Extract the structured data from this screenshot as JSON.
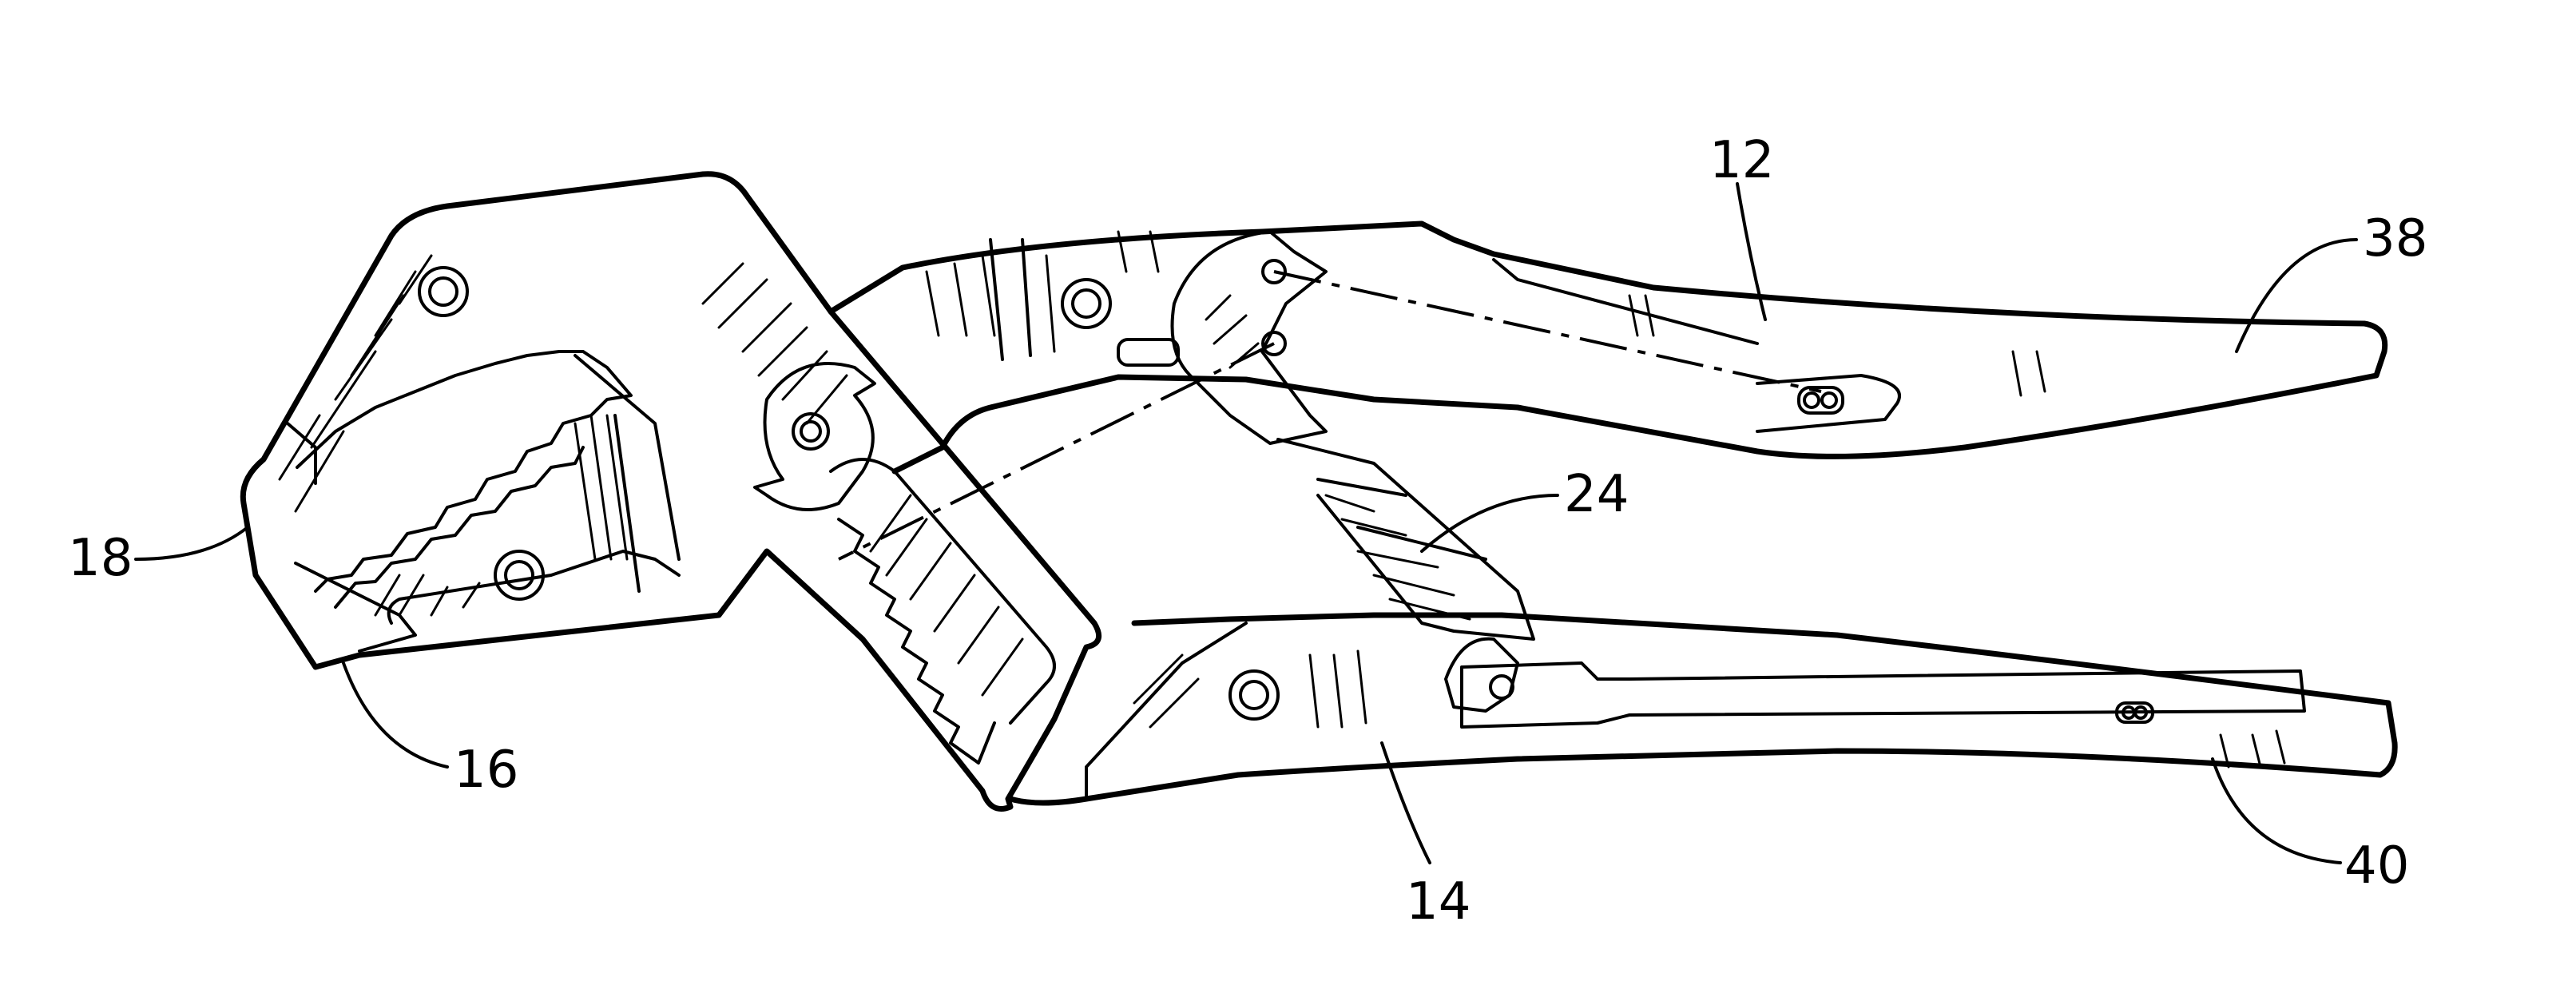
{
  "figure": {
    "reference_numerals": {
      "upper_handle": "12",
      "lower_handle": "14",
      "lower_jaw": "16",
      "upper_jaw": "18",
      "link": "24",
      "upper_handle_end": "38",
      "lower_handle_end": "40"
    }
  }
}
